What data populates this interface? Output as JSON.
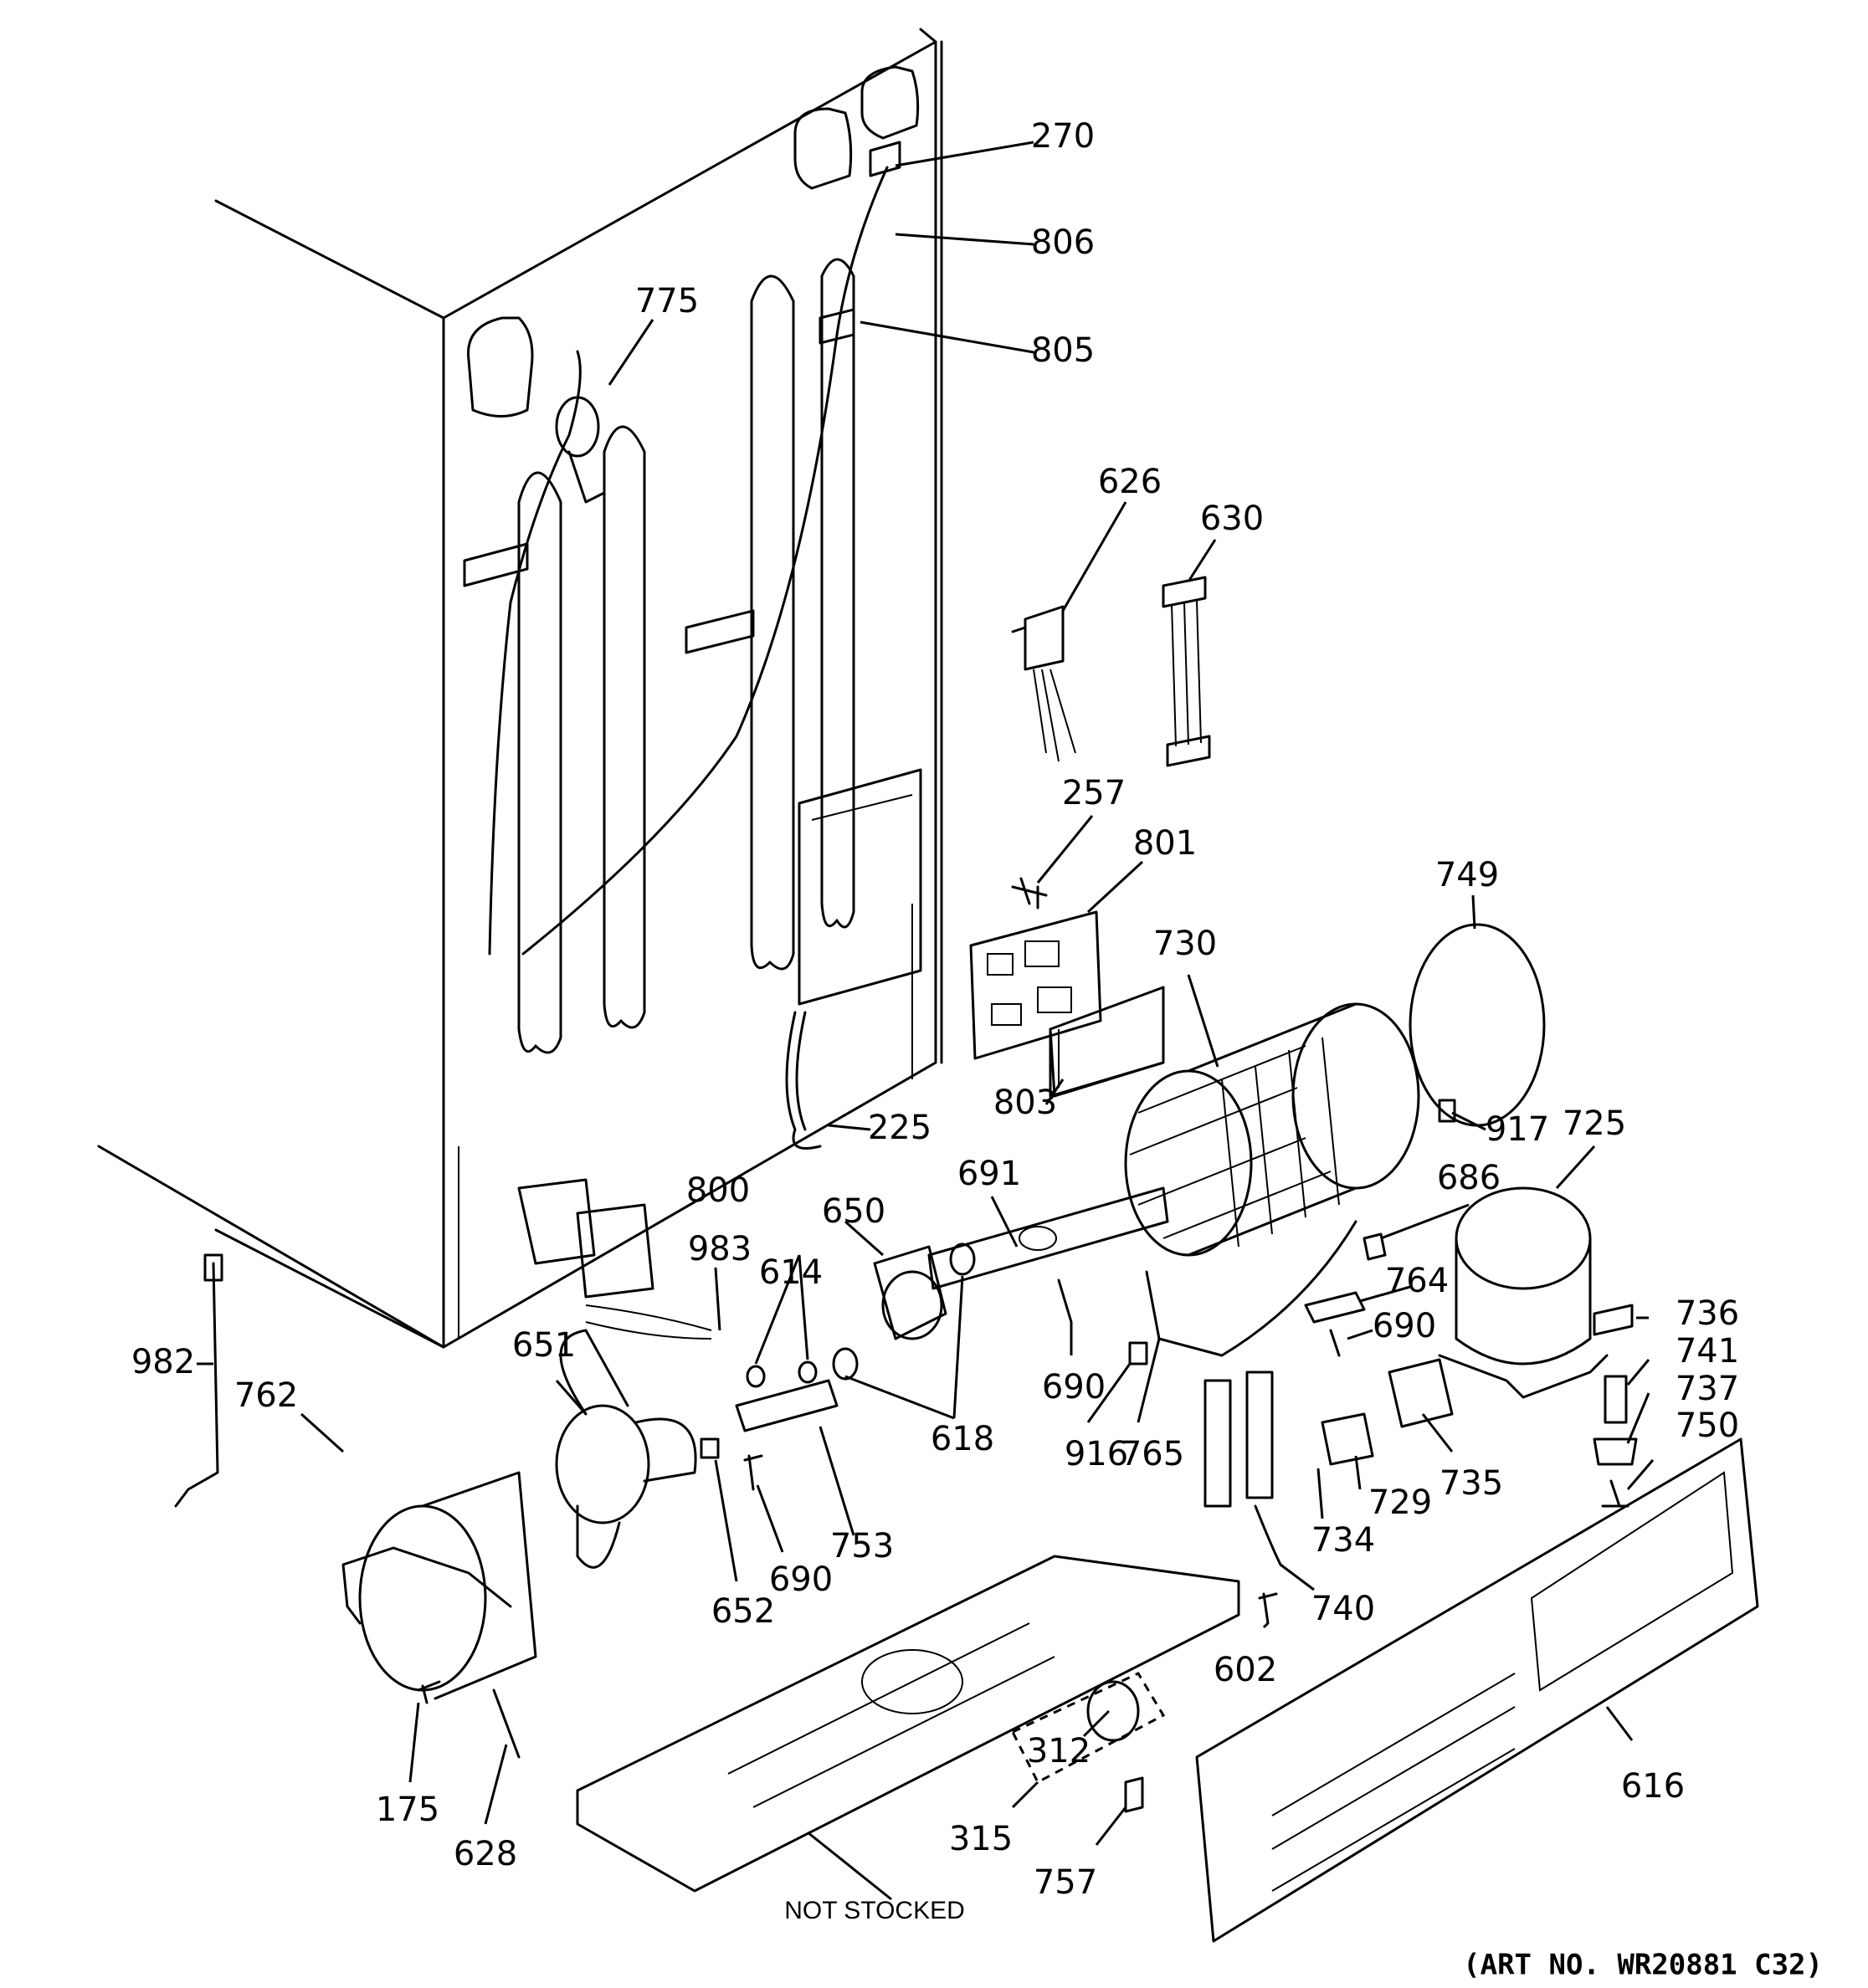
{
  "callouts": [
    {
      "id": "c270",
      "label": "270"
    },
    {
      "id": "c806",
      "label": "806"
    },
    {
      "id": "c805",
      "label": "805"
    },
    {
      "id": "c775",
      "label": "775"
    },
    {
      "id": "c626",
      "label": "626"
    },
    {
      "id": "c630",
      "label": "630"
    },
    {
      "id": "c257",
      "label": "257"
    },
    {
      "id": "c801",
      "label": "801"
    },
    {
      "id": "c749",
      "label": "749"
    },
    {
      "id": "c730",
      "label": "730"
    },
    {
      "id": "c803",
      "label": "803"
    },
    {
      "id": "c225",
      "label": "225"
    },
    {
      "id": "c917",
      "label": "917"
    },
    {
      "id": "c725",
      "label": "725"
    },
    {
      "id": "c691",
      "label": "691"
    },
    {
      "id": "c686",
      "label": "686"
    },
    {
      "id": "c800",
      "label": "800"
    },
    {
      "id": "c650",
      "label": "650"
    },
    {
      "id": "c614",
      "label": "614"
    },
    {
      "id": "c983",
      "label": "983"
    },
    {
      "id": "c764",
      "label": "764"
    },
    {
      "id": "c736",
      "label": "736"
    },
    {
      "id": "c690a",
      "label": "690"
    },
    {
      "id": "c741",
      "label": "741"
    },
    {
      "id": "c982",
      "label": "982"
    },
    {
      "id": "c651",
      "label": "651"
    },
    {
      "id": "c690b",
      "label": "690"
    },
    {
      "id": "c737",
      "label": "737"
    },
    {
      "id": "c762",
      "label": "762"
    },
    {
      "id": "c618",
      "label": "618"
    },
    {
      "id": "c916",
      "label": "916"
    },
    {
      "id": "c765",
      "label": "765"
    },
    {
      "id": "c750",
      "label": "750"
    },
    {
      "id": "c735",
      "label": "735"
    },
    {
      "id": "c729",
      "label": "729"
    },
    {
      "id": "c734",
      "label": "734"
    },
    {
      "id": "c753",
      "label": "753"
    },
    {
      "id": "c690c",
      "label": "690"
    },
    {
      "id": "c652",
      "label": "652"
    },
    {
      "id": "c740",
      "label": "740"
    },
    {
      "id": "c602",
      "label": "602"
    },
    {
      "id": "c312",
      "label": "312"
    },
    {
      "id": "c616",
      "label": "616"
    },
    {
      "id": "c175",
      "label": "175"
    },
    {
      "id": "c315",
      "label": "315"
    },
    {
      "id": "c628",
      "label": "628"
    },
    {
      "id": "c757",
      "label": "757"
    }
  ],
  "not_stocked": "NOT STOCKED",
  "art_number": "(ART NO. WR20881 C32)"
}
